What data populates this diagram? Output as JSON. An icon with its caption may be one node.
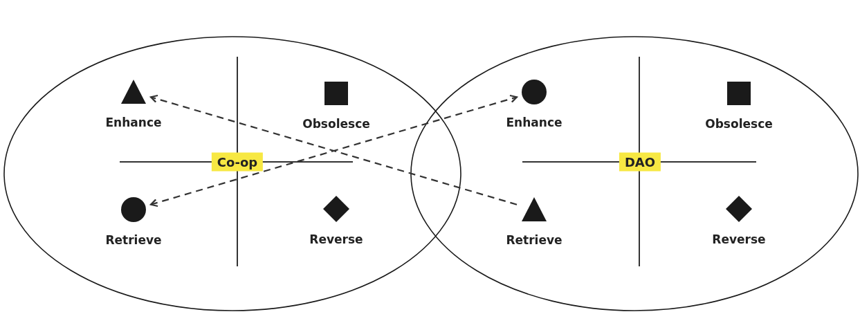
{
  "diagram": {
    "nodes": [
      {
        "text": [],
        "shape": "ellipse"
      },
      {
        "text": [],
        "shape": "ellipse"
      },
      {
        "text": [
          "Co-op"
        ],
        "in": 0
      },
      {
        "text": [],
        "shape": "triangle",
        "beside": [
          "Enhance"
        ],
        "in": 0
      },
      {
        "text": [],
        "shape": "square",
        "beside": [
          "Obsolesce"
        ],
        "in": 0
      },
      {
        "text": [],
        "shape": "circle",
        "beside": [
          "Retrieve"
        ],
        "in": 0
      },
      {
        "text": [],
        "shape": "diamond",
        "beside": [
          "Reverse"
        ],
        "in": 0
      },
      {
        "text": [
          "DAO"
        ],
        "in": 1
      },
      {
        "text": [],
        "shape": "circle",
        "beside": [
          "Enhance"
        ],
        "in": 1
      },
      {
        "text": [],
        "shape": "square",
        "beside": [
          "Obsolesce"
        ],
        "in": 1
      },
      {
        "text": [],
        "shape": "triangle",
        "beside": [
          "Retrieve"
        ],
        "in": 1
      },
      {
        "text": [],
        "shape": "diamond",
        "beside": [
          "Reverse"
        ],
        "in": 1
      }
    ],
    "edges": [
      {
        "from": 10,
        "to": 3,
        "arrow": "to",
        "style": "dashed"
      },
      {
        "from": 5,
        "to": 8,
        "arrow": "both",
        "style": "dashed"
      }
    ]
  }
}
